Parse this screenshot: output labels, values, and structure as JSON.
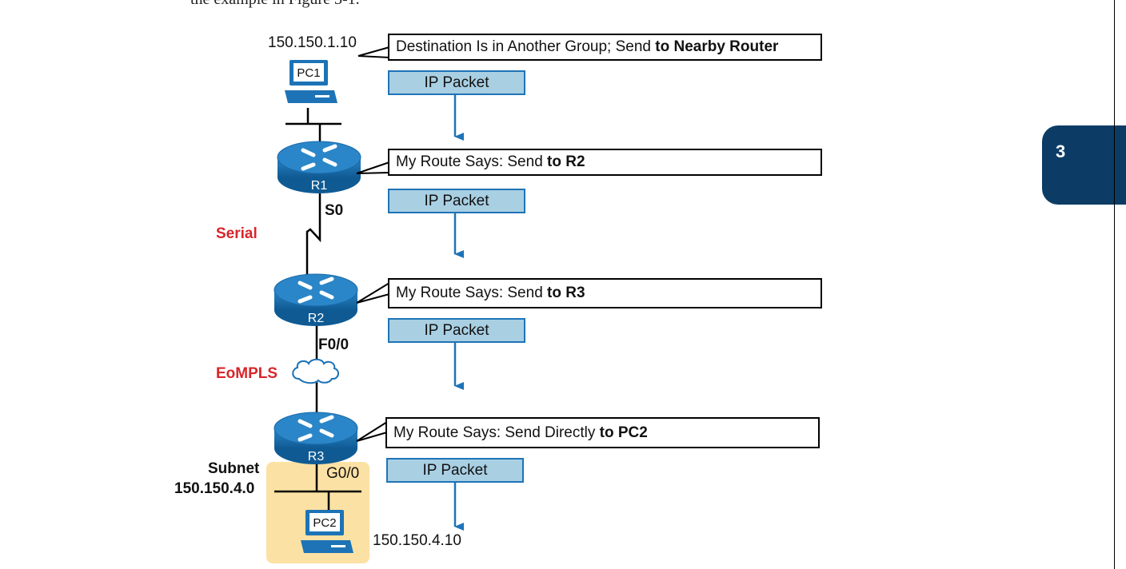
{
  "top_fragment": "the example in Figure 3-1.",
  "chapter_tab": "3",
  "hosts": {
    "pc1": {
      "label": "PC1",
      "ip": "150.150.1.10"
    },
    "pc2": {
      "label": "PC2",
      "ip": "150.150.4.10"
    }
  },
  "routers": [
    "R1",
    "R2",
    "R3"
  ],
  "interfaces": {
    "r1": "S0",
    "r2": "F0/0",
    "r3": "G0/0"
  },
  "links": {
    "serial": "Serial",
    "eompls": "EoMPLS"
  },
  "subnet": {
    "line1": "Subnet",
    "line2": "150.150.4.0"
  },
  "callouts": [
    {
      "text": "Destination Is in Another Group; Send ",
      "bold": "to Nearby Router"
    },
    {
      "text": "My Route Says: Send ",
      "bold": "to R2"
    },
    {
      "text": "My Route Says: Send ",
      "bold": "to R3"
    },
    {
      "text": "My Route Says: Send Directly ",
      "bold": "to PC2"
    }
  ],
  "packet_label": "IP Packet",
  "colors": {
    "router_body": "#1d73b6",
    "packet_fill": "#a9cfe3",
    "arrow": "#1e74b8",
    "link_label_red": "#d8262b",
    "subnet_highlight": "#fbe1a3",
    "chapter_tab": "#0c3c66"
  }
}
